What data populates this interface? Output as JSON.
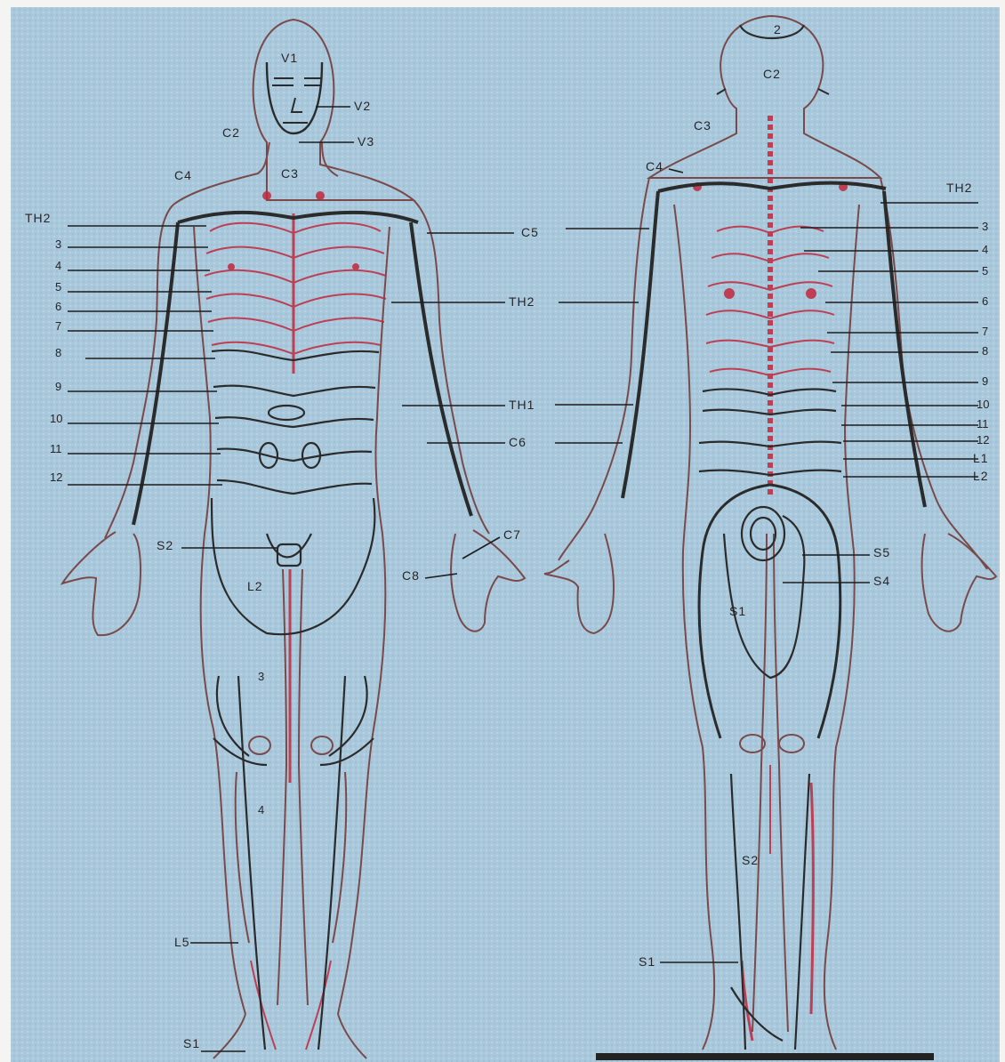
{
  "colors": {
    "background": "#a9c8dc",
    "outline": "#7a4a4a",
    "vessel": "#c0283c",
    "dermatome": "#2b2b2b",
    "text": "#2a2426"
  },
  "front_view": {
    "labels": {
      "v1": "V1",
      "v2": "V2",
      "v3": "V3",
      "c2": "C2",
      "c3": "C3",
      "c4": "C4",
      "c5": "C5",
      "c6": "C6",
      "c7": "C7",
      "c8": "C8",
      "th2": "TH2",
      "th2_arm": "TH2",
      "th1": "TH1",
      "rib_3": "3",
      "rib_4": "4",
      "rib_5": "5",
      "rib_6": "6",
      "rib_7": "7",
      "rib_8": "8",
      "rib_9": "9",
      "rib_10": "10",
      "rib_11": "11",
      "rib_12": "12",
      "s2": "S2",
      "l2": "L2",
      "l3": "3",
      "l4": "4",
      "l5": "L5",
      "s1": "S1"
    }
  },
  "back_view": {
    "labels": {
      "v2": "2",
      "c2": "C2",
      "c3": "C3",
      "c4": "C4",
      "th2": "TH2",
      "t3": "3",
      "t4": "4",
      "t5": "5",
      "t6": "6",
      "t7": "7",
      "t8": "8",
      "t9": "9",
      "t10": "10",
      "t11": "11",
      "t12": "12",
      "l1": "L1",
      "l2": "L2",
      "s5": "S5",
      "s4": "S4",
      "s1": "S1",
      "s2": "S2",
      "s1_lower": "S1"
    }
  }
}
